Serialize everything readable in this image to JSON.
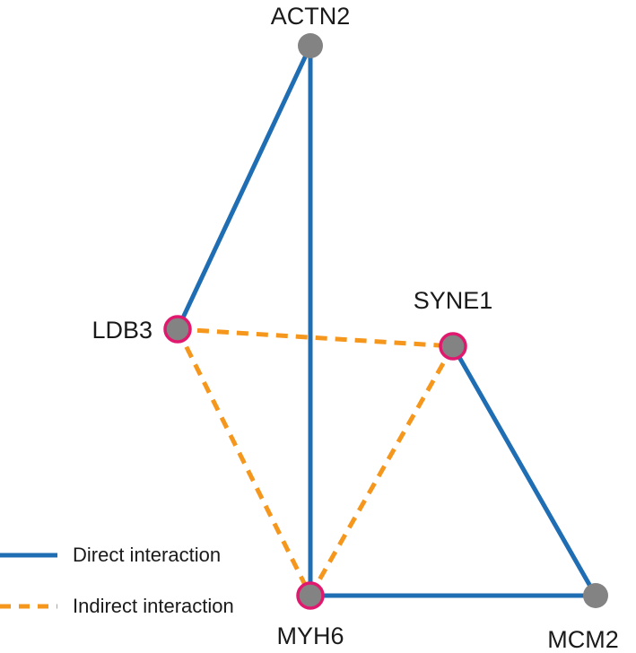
{
  "colors": {
    "direct": "#1f6db3",
    "indirect": "#f5961d",
    "node_fill": "#838383",
    "highlight_ring": "#e0196f"
  },
  "nodes": [
    {
      "id": "ACTN2",
      "label": "ACTN2",
      "highlighted": false
    },
    {
      "id": "LDB3",
      "label": "LDB3",
      "highlighted": true
    },
    {
      "id": "SYNE1",
      "label": "SYNE1",
      "highlighted": true
    },
    {
      "id": "MYH6",
      "label": "MYH6",
      "highlighted": true
    },
    {
      "id": "MCM2",
      "label": "MCM2",
      "highlighted": false
    }
  ],
  "edges": [
    {
      "source": "ACTN2",
      "target": "LDB3",
      "type": "direct"
    },
    {
      "source": "ACTN2",
      "target": "MYH6",
      "type": "direct"
    },
    {
      "source": "SYNE1",
      "target": "MCM2",
      "type": "direct"
    },
    {
      "source": "MYH6",
      "target": "MCM2",
      "type": "direct"
    },
    {
      "source": "LDB3",
      "target": "SYNE1",
      "type": "indirect"
    },
    {
      "source": "LDB3",
      "target": "MYH6",
      "type": "indirect"
    },
    {
      "source": "SYNE1",
      "target": "MYH6",
      "type": "indirect"
    }
  ],
  "legend": {
    "direct_label": "Direct interaction",
    "indirect_label": "Indirect interaction"
  }
}
